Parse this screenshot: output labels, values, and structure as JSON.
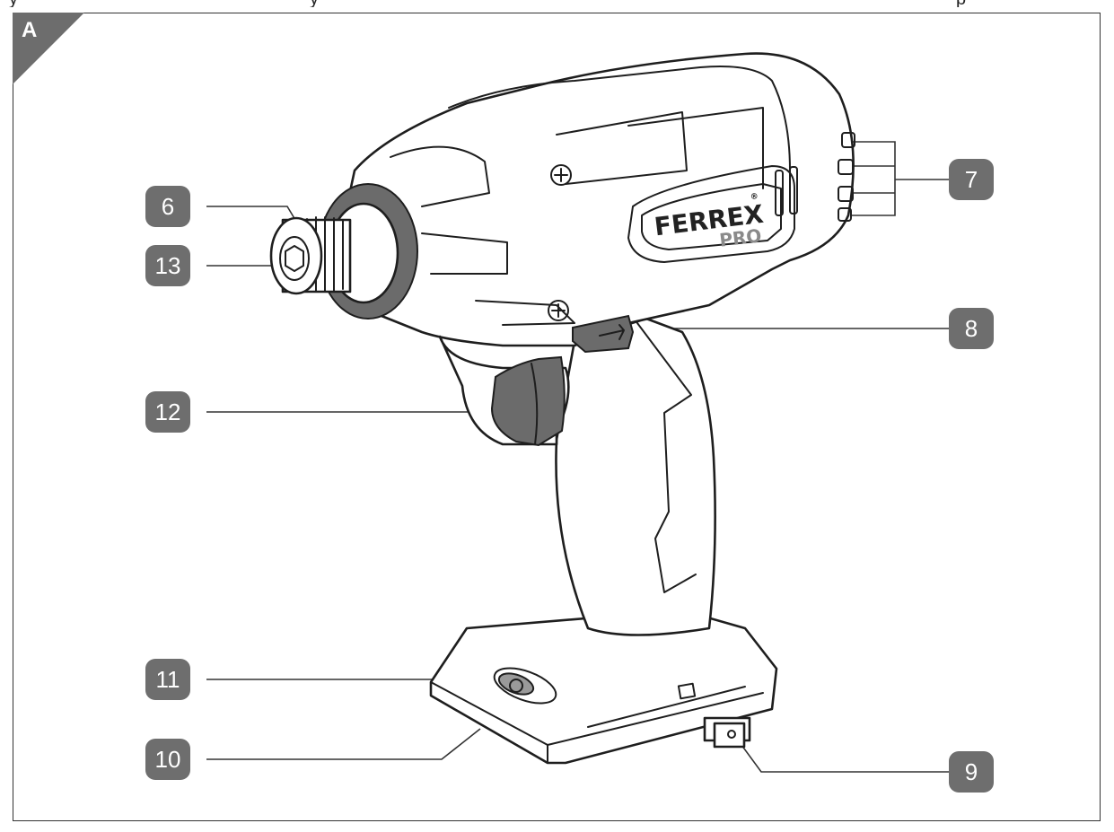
{
  "header_fragment": [
    "y",
    "y",
    "p"
  ],
  "figure_letter": "A",
  "brand": {
    "name": "FERREX",
    "registered": "®",
    "sub": "PRO"
  },
  "callouts": [
    {
      "id": "6",
      "label": "6"
    },
    {
      "id": "13",
      "label": "13"
    },
    {
      "id": "12",
      "label": "12"
    },
    {
      "id": "11",
      "label": "11"
    },
    {
      "id": "10",
      "label": "10"
    },
    {
      "id": "7",
      "label": "7"
    },
    {
      "id": "8",
      "label": "8"
    },
    {
      "id": "9",
      "label": "9"
    }
  ],
  "colors": {
    "badge": "#6e6e6e",
    "rubber": "#6b6b6b",
    "outline": "#1e1e1e"
  }
}
